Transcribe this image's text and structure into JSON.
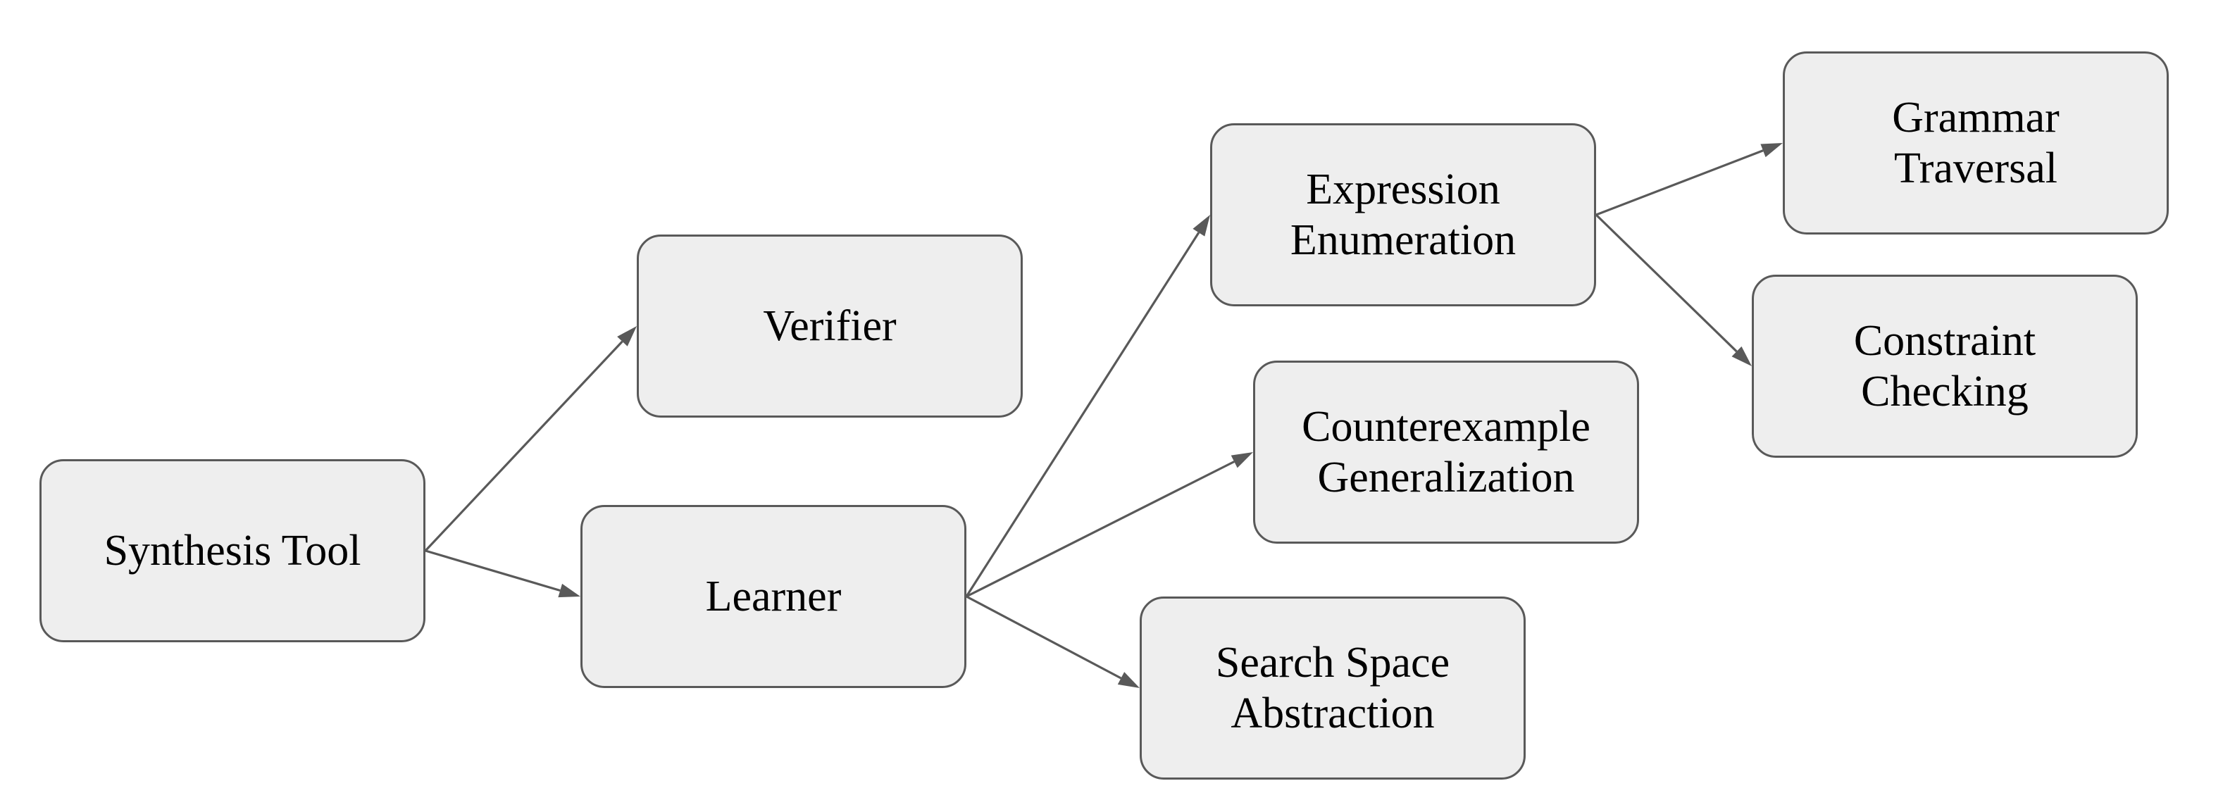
{
  "nodes": {
    "synthesis_tool": {
      "label": "Synthesis Tool"
    },
    "verifier": {
      "label": "Verifier"
    },
    "learner": {
      "label": "Learner"
    },
    "expression_enumeration": {
      "label": "Expression\nEnumeration"
    },
    "counterexample_generalization": {
      "label": "Counterexample\nGeneralization"
    },
    "search_space_abstraction": {
      "label": "Search Space\nAbstraction"
    },
    "grammar_traversal": {
      "label": "Grammar\nTraversal"
    },
    "constraint_checking": {
      "label": "Constraint\nChecking"
    }
  },
  "edges": [
    {
      "from": "synthesis_tool",
      "to": "verifier"
    },
    {
      "from": "synthesis_tool",
      "to": "learner"
    },
    {
      "from": "learner",
      "to": "expression_enumeration"
    },
    {
      "from": "learner",
      "to": "counterexample_generalization"
    },
    {
      "from": "learner",
      "to": "search_space_abstraction"
    },
    {
      "from": "expression_enumeration",
      "to": "grammar_traversal"
    },
    {
      "from": "expression_enumeration",
      "to": "constraint_checking"
    }
  ],
  "colors": {
    "node_fill": "#eeeeee",
    "node_border": "#595959",
    "edge": "#595959",
    "text": "#000000"
  }
}
